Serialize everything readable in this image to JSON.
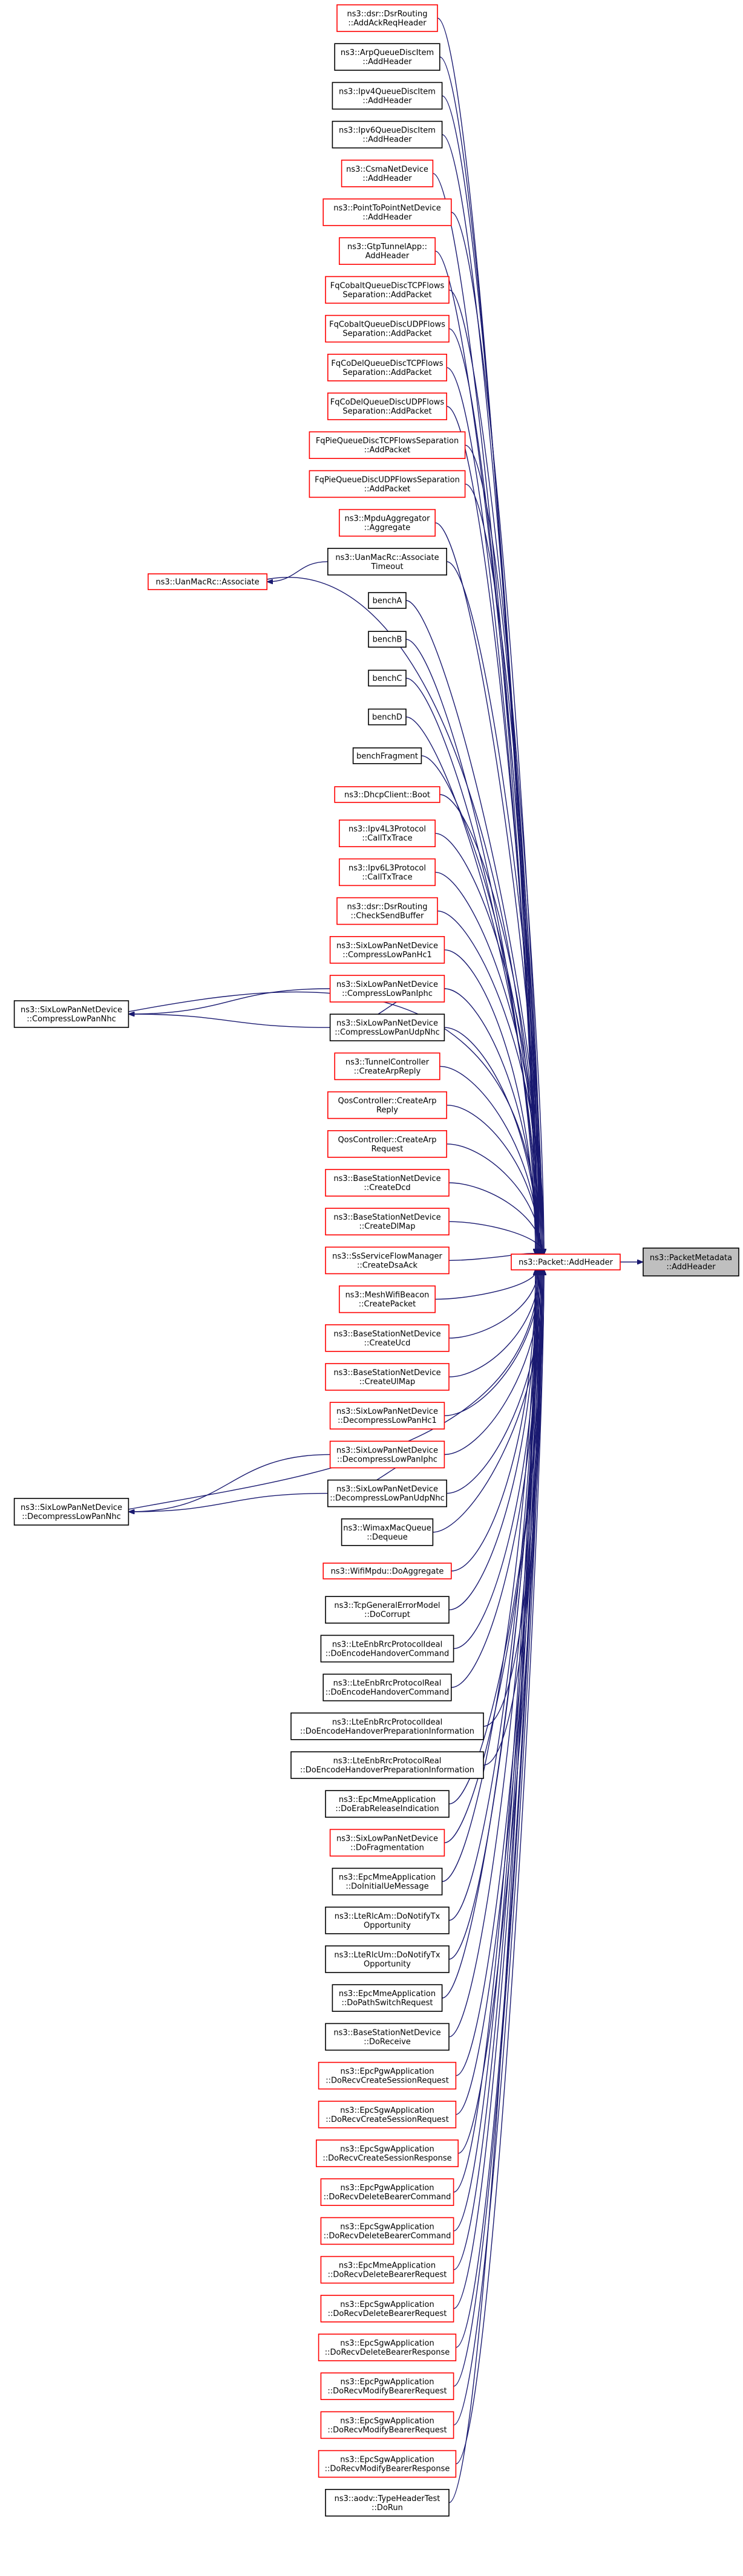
{
  "colors": {
    "edge": "#191970",
    "border_linked": "#ff0000",
    "border_plain": "#000000",
    "focus_fill": "#bfbfbf"
  },
  "focus": {
    "id": "focus",
    "lines": [
      "ns3::PacketMetadata",
      "::AddHeader"
    ]
  },
  "hub": {
    "id": "hub",
    "lines": [
      "ns3::Packet::AddHeader"
    ],
    "border": "red"
  },
  "callers": [
    {
      "id": "n0",
      "lines": [
        "ns3::dsr::DsrRouting",
        "::AddAckReqHeader"
      ],
      "border": "red"
    },
    {
      "id": "n1",
      "lines": [
        "ns3::ArpQueueDiscItem",
        "::AddHeader"
      ],
      "border": "black"
    },
    {
      "id": "n2",
      "lines": [
        "ns3::Ipv4QueueDiscItem",
        "::AddHeader"
      ],
      "border": "black"
    },
    {
      "id": "n3",
      "lines": [
        "ns3::Ipv6QueueDiscItem",
        "::AddHeader"
      ],
      "border": "black"
    },
    {
      "id": "n4",
      "lines": [
        "ns3::CsmaNetDevice",
        "::AddHeader"
      ],
      "border": "red"
    },
    {
      "id": "n5",
      "lines": [
        "ns3::PointToPointNetDevice",
        "::AddHeader"
      ],
      "border": "red"
    },
    {
      "id": "n6",
      "lines": [
        "ns3::GtpTunnelApp::",
        "AddHeader"
      ],
      "border": "red"
    },
    {
      "id": "n7",
      "lines": [
        "FqCobaltQueueDiscTCPFlows",
        "Separation::AddPacket"
      ],
      "border": "red"
    },
    {
      "id": "n8",
      "lines": [
        "FqCobaltQueueDiscUDPFlows",
        "Separation::AddPacket"
      ],
      "border": "red"
    },
    {
      "id": "n9",
      "lines": [
        "FqCoDelQueueDiscTCPFlows",
        "Separation::AddPacket"
      ],
      "border": "red"
    },
    {
      "id": "n10",
      "lines": [
        "FqCoDelQueueDiscUDPFlows",
        "Separation::AddPacket"
      ],
      "border": "red"
    },
    {
      "id": "n11",
      "lines": [
        "FqPieQueueDiscTCPFlowsSeparation",
        "::AddPacket"
      ],
      "border": "red"
    },
    {
      "id": "n12",
      "lines": [
        "FqPieQueueDiscUDPFlowsSeparation",
        "::AddPacket"
      ],
      "border": "red"
    },
    {
      "id": "n13",
      "lines": [
        "ns3::MpduAggregator",
        "::Aggregate"
      ],
      "border": "red"
    },
    {
      "id": "n14",
      "lines": [
        "ns3::UanMacRc::Associate",
        "Timeout"
      ],
      "border": "black"
    },
    {
      "id": "n15",
      "lines": [
        "benchA"
      ],
      "border": "black"
    },
    {
      "id": "n16",
      "lines": [
        "benchB"
      ],
      "border": "black"
    },
    {
      "id": "n17",
      "lines": [
        "benchC"
      ],
      "border": "black"
    },
    {
      "id": "n18",
      "lines": [
        "benchD"
      ],
      "border": "black"
    },
    {
      "id": "n19",
      "lines": [
        "benchFragment"
      ],
      "border": "black"
    },
    {
      "id": "n20",
      "lines": [
        "ns3::DhcpClient::Boot"
      ],
      "border": "red"
    },
    {
      "id": "n21",
      "lines": [
        "ns3::Ipv4L3Protocol",
        "::CallTxTrace"
      ],
      "border": "red"
    },
    {
      "id": "n22",
      "lines": [
        "ns3::Ipv6L3Protocol",
        "::CallTxTrace"
      ],
      "border": "red"
    },
    {
      "id": "n23",
      "lines": [
        "ns3::dsr::DsrRouting",
        "::CheckSendBuffer"
      ],
      "border": "red"
    },
    {
      "id": "n24",
      "lines": [
        "ns3::SixLowPanNetDevice",
        "::CompressLowPanHc1"
      ],
      "border": "red"
    },
    {
      "id": "n25",
      "lines": [
        "ns3::SixLowPanNetDevice",
        "::CompressLowPanIphc"
      ],
      "border": "red"
    },
    {
      "id": "n26",
      "lines": [
        "ns3::SixLowPanNetDevice",
        "::CompressLowPanUdpNhc"
      ],
      "border": "black"
    },
    {
      "id": "n27",
      "lines": [
        "ns3::TunnelController",
        "::CreateArpReply"
      ],
      "border": "red"
    },
    {
      "id": "n28",
      "lines": [
        "QosController::CreateArp",
        "Reply"
      ],
      "border": "red"
    },
    {
      "id": "n29",
      "lines": [
        "QosController::CreateArp",
        "Request"
      ],
      "border": "red"
    },
    {
      "id": "n30",
      "lines": [
        "ns3::BaseStationNetDevice",
        "::CreateDcd"
      ],
      "border": "red"
    },
    {
      "id": "n31",
      "lines": [
        "ns3::BaseStationNetDevice",
        "::CreateDlMap"
      ],
      "border": "red"
    },
    {
      "id": "n32",
      "lines": [
        "ns3::SsServiceFlowManager",
        "::CreateDsaAck"
      ],
      "border": "red"
    },
    {
      "id": "n33",
      "lines": [
        "ns3::MeshWifiBeacon",
        "::CreatePacket"
      ],
      "border": "red"
    },
    {
      "id": "n34",
      "lines": [
        "ns3::BaseStationNetDevice",
        "::CreateUcd"
      ],
      "border": "red"
    },
    {
      "id": "n35",
      "lines": [
        "ns3::BaseStationNetDevice",
        "::CreateUlMap"
      ],
      "border": "red"
    },
    {
      "id": "n36",
      "lines": [
        "ns3::SixLowPanNetDevice",
        "::DecompressLowPanHc1"
      ],
      "border": "red"
    },
    {
      "id": "n37",
      "lines": [
        "ns3::SixLowPanNetDevice",
        "::DecompressLowPanIphc"
      ],
      "border": "red"
    },
    {
      "id": "n38",
      "lines": [
        "ns3::SixLowPanNetDevice",
        "::DecompressLowPanUdpNhc"
      ],
      "border": "black"
    },
    {
      "id": "n39",
      "lines": [
        "ns3::WimaxMacQueue",
        "::Dequeue"
      ],
      "border": "black"
    },
    {
      "id": "n40",
      "lines": [
        "ns3::WifiMpdu::DoAggregate"
      ],
      "border": "red"
    },
    {
      "id": "n41",
      "lines": [
        "ns3::TcpGeneralErrorModel",
        "::DoCorrupt"
      ],
      "border": "black"
    },
    {
      "id": "n42",
      "lines": [
        "ns3::LteEnbRrcProtocolIdeal",
        "::DoEncodeHandoverCommand"
      ],
      "border": "black"
    },
    {
      "id": "n43",
      "lines": [
        "ns3::LteEnbRrcProtocolReal",
        "::DoEncodeHandoverCommand"
      ],
      "border": "black"
    },
    {
      "id": "n44",
      "lines": [
        "ns3::LteEnbRrcProtocolIdeal",
        "::DoEncodeHandoverPreparationInformation"
      ],
      "border": "black"
    },
    {
      "id": "n45",
      "lines": [
        "ns3::LteEnbRrcProtocolReal",
        "::DoEncodeHandoverPreparationInformation"
      ],
      "border": "black"
    },
    {
      "id": "n46",
      "lines": [
        "ns3::EpcMmeApplication",
        "::DoErabReleaseIndication"
      ],
      "border": "black"
    },
    {
      "id": "n47",
      "lines": [
        "ns3::SixLowPanNetDevice",
        "::DoFragmentation"
      ],
      "border": "red"
    },
    {
      "id": "n48",
      "lines": [
        "ns3::EpcMmeApplication",
        "::DoInitialUeMessage"
      ],
      "border": "black"
    },
    {
      "id": "n49",
      "lines": [
        "ns3::LteRlcAm::DoNotifyTx",
        "Opportunity"
      ],
      "border": "black"
    },
    {
      "id": "n50",
      "lines": [
        "ns3::LteRlcUm::DoNotifyTx",
        "Opportunity"
      ],
      "border": "black"
    },
    {
      "id": "n51",
      "lines": [
        "ns3::EpcMmeApplication",
        "::DoPathSwitchRequest"
      ],
      "border": "black"
    },
    {
      "id": "n52",
      "lines": [
        "ns3::BaseStationNetDevice",
        "::DoReceive"
      ],
      "border": "black"
    },
    {
      "id": "n53",
      "lines": [
        "ns3::EpcPgwApplication",
        "::DoRecvCreateSessionRequest"
      ],
      "border": "red"
    },
    {
      "id": "n54",
      "lines": [
        "ns3::EpcSgwApplication",
        "::DoRecvCreateSessionRequest"
      ],
      "border": "red"
    },
    {
      "id": "n55",
      "lines": [
        "ns3::EpcSgwApplication",
        "::DoRecvCreateSessionResponse"
      ],
      "border": "red"
    },
    {
      "id": "n56",
      "lines": [
        "ns3::EpcPgwApplication",
        "::DoRecvDeleteBearerCommand"
      ],
      "border": "red"
    },
    {
      "id": "n57",
      "lines": [
        "ns3::EpcSgwApplication",
        "::DoRecvDeleteBearerCommand"
      ],
      "border": "red"
    },
    {
      "id": "n58",
      "lines": [
        "ns3::EpcMmeApplication",
        "::DoRecvDeleteBearerRequest"
      ],
      "border": "red"
    },
    {
      "id": "n59",
      "lines": [
        "ns3::EpcSgwApplication",
        "::DoRecvDeleteBearerRequest"
      ],
      "border": "red"
    },
    {
      "id": "n60",
      "lines": [
        "ns3::EpcSgwApplication",
        "::DoRecvDeleteBearerResponse"
      ],
      "border": "red"
    },
    {
      "id": "n61",
      "lines": [
        "ns3::EpcPgwApplication",
        "::DoRecvModifyBearerRequest"
      ],
      "border": "red"
    },
    {
      "id": "n62",
      "lines": [
        "ns3::EpcSgwApplication",
        "::DoRecvModifyBearerRequest"
      ],
      "border": "red"
    },
    {
      "id": "n63",
      "lines": [
        "ns3::EpcSgwApplication",
        "::DoRecvModifyBearerResponse"
      ],
      "border": "red"
    },
    {
      "id": "n64",
      "lines": [
        "ns3::aodv::TypeHeaderTest",
        "::DoRun"
      ],
      "border": "black"
    }
  ],
  "extras": [
    {
      "id": "assoc",
      "lines": [
        "ns3::UanMacRc::Associate"
      ],
      "border": "red"
    },
    {
      "id": "compNhc",
      "lines": [
        "ns3::SixLowPanNetDevice",
        "::CompressLowPanNhc"
      ],
      "border": "black"
    },
    {
      "id": "decompNhc",
      "lines": [
        "ns3::SixLowPanNetDevice",
        "::DecompressLowPanNhc"
      ],
      "border": "black"
    }
  ],
  "links": [
    {
      "from": "n14",
      "to": "assoc"
    },
    {
      "from": "n26",
      "to": "n25"
    },
    {
      "from": "n25",
      "to": "compNhc"
    },
    {
      "from": "n26",
      "to": "compNhc"
    },
    {
      "from": "n38",
      "to": "n37"
    },
    {
      "from": "n37",
      "to": "decompNhc"
    },
    {
      "from": "n38",
      "to": "decompNhc"
    }
  ]
}
